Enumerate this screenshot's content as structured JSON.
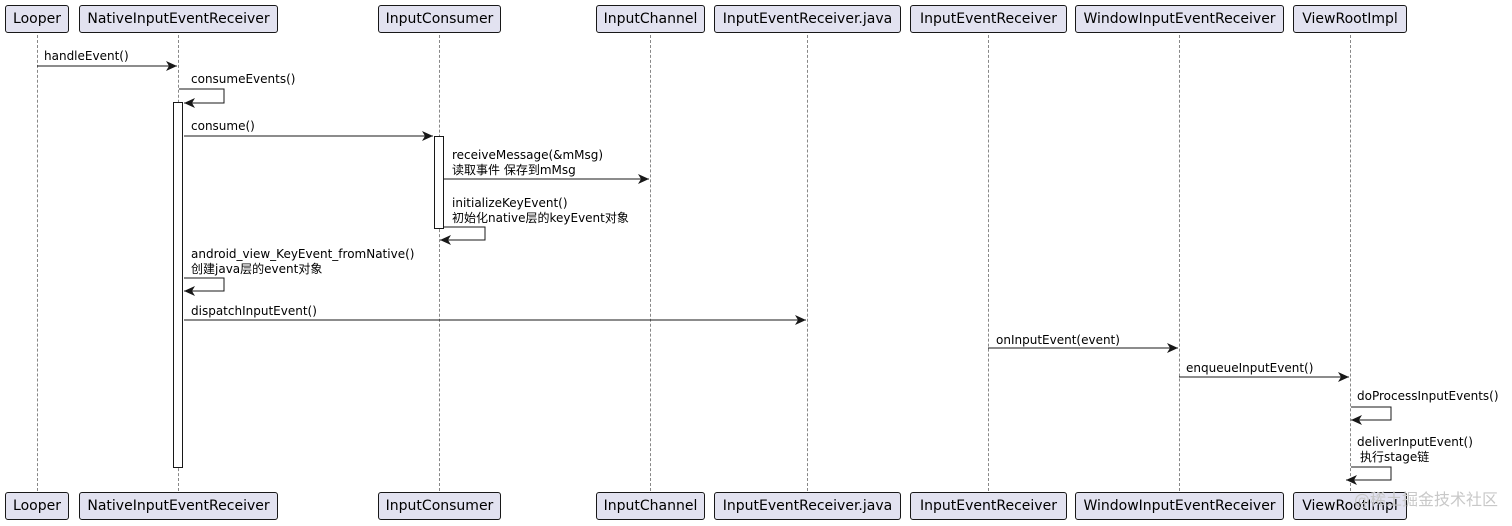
{
  "participants": [
    "Looper",
    "NativeInputEventReceiver",
    "InputConsumer",
    "InputChannel",
    "InputEventReceiver.java",
    "InputEventReceiver",
    "WindowInputEventReceiver",
    "ViewRootImpl"
  ],
  "messages": [
    {
      "from": "Looper",
      "to": "NativeInputEventReceiver",
      "lines": [
        "handleEvent()"
      ]
    },
    {
      "from": "NativeInputEventReceiver",
      "to": "NativeInputEventReceiver",
      "lines": [
        "consumeEvents()"
      ]
    },
    {
      "from": "NativeInputEventReceiver",
      "to": "InputConsumer",
      "lines": [
        "consume()"
      ]
    },
    {
      "from": "InputConsumer",
      "to": "InputChannel",
      "lines": [
        "receiveMessage(&mMsg)",
        "读取事件 保存到mMsg"
      ]
    },
    {
      "from": "InputConsumer",
      "to": "InputConsumer",
      "lines": [
        "initializeKeyEvent()",
        "初始化native层的keyEvent对象"
      ]
    },
    {
      "from": "NativeInputEventReceiver",
      "to": "NativeInputEventReceiver",
      "lines": [
        "android_view_KeyEvent_fromNative()",
        "创建java层的event对象"
      ]
    },
    {
      "from": "NativeInputEventReceiver",
      "to": "InputEventReceiver.java",
      "lines": [
        "dispatchInputEvent()"
      ]
    },
    {
      "from": "InputEventReceiver",
      "to": "WindowInputEventReceiver",
      "lines": [
        "onInputEvent(event)"
      ]
    },
    {
      "from": "WindowInputEventReceiver",
      "to": "ViewRootImpl",
      "lines": [
        "enqueueInputEvent()"
      ]
    },
    {
      "from": "ViewRootImpl",
      "to": "ViewRootImpl",
      "lines": [
        "doProcessInputEvents()"
      ]
    },
    {
      "from": "ViewRootImpl",
      "to": "ViewRootImpl",
      "lines": [
        "deliverInputEvent()",
        "执行stage链"
      ]
    }
  ],
  "watermark": "@稀土掘金技术社区",
  "colors": {
    "participant_fill": "#e2e2f0",
    "border": "#181818",
    "lifeline": "#888888"
  }
}
